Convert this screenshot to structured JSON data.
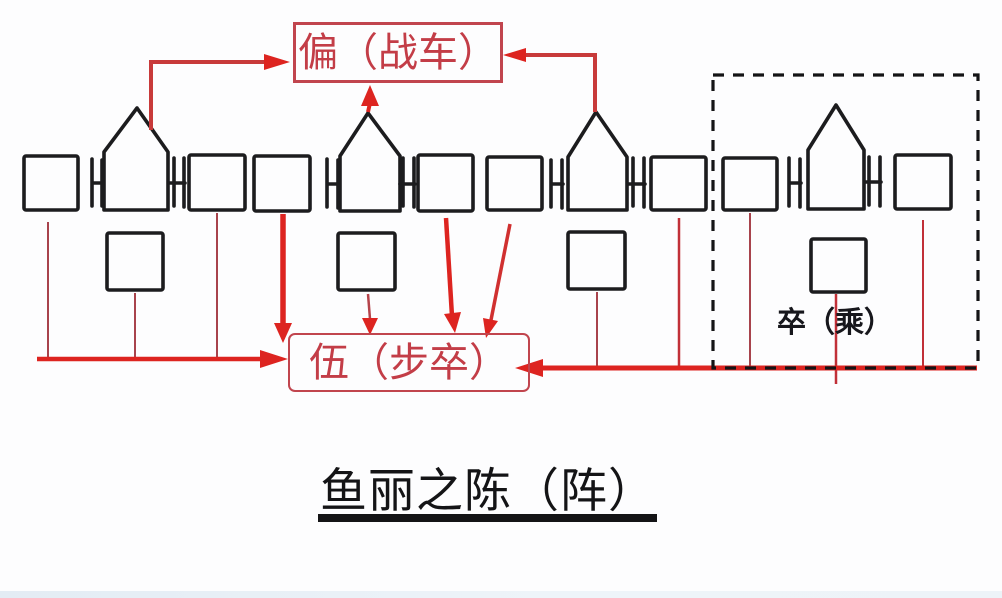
{
  "labels": {
    "pian_chariot": "偏（战车）",
    "wu_infantry": "伍（步卒）",
    "zu_cheng": "卒（乘）",
    "title": "鱼丽之陈（阵）"
  },
  "colors": {
    "arrow_red": "#dd2420",
    "thin_dark_red": "#a8434c",
    "ink_black": "#1c1c1e",
    "label_red": "#c33d47",
    "background": "#fdfdfe"
  },
  "formation": {
    "type": "diagram",
    "chariot_units": 4,
    "large_squares": 8,
    "small_squares": 4,
    "chariots_point_to": "偏（战车）",
    "squares_point_to": "伍（步卒）",
    "dashed_group_label": "卒（乘）",
    "dashed_group_contents": "1 chariot + 2 large squares + 1 small square"
  }
}
